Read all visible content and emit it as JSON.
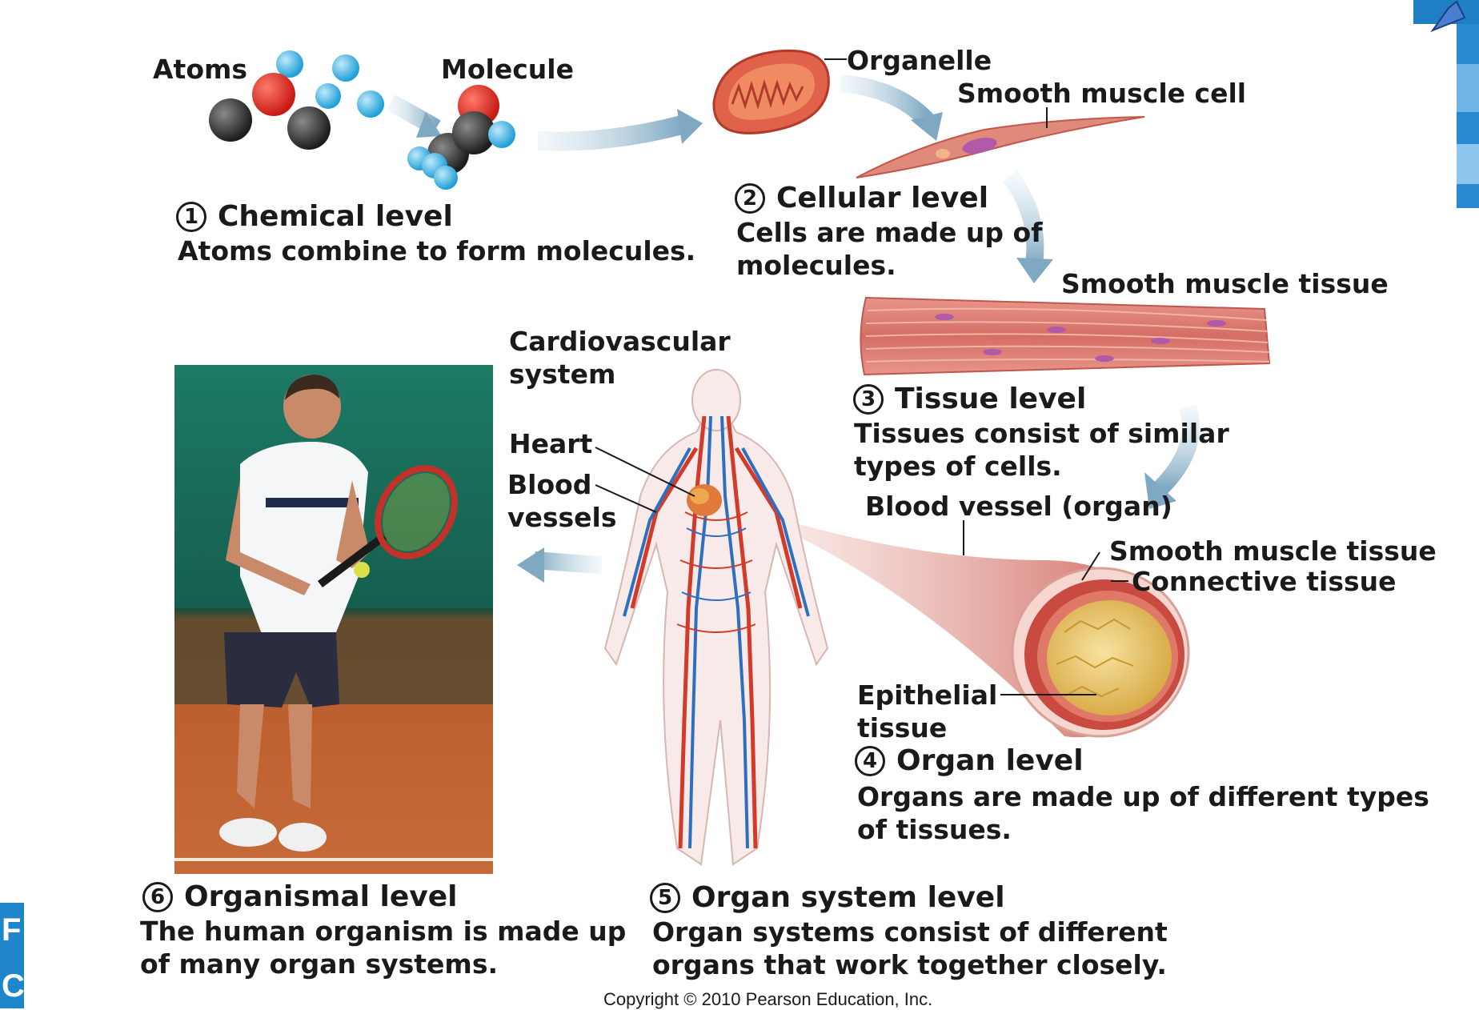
{
  "chemical": {
    "atoms_label": "Atoms",
    "molecule_label": "Molecule",
    "num": "1",
    "title": "Chemical level",
    "desc": "Atoms combine to form molecules."
  },
  "cellular": {
    "organelle_label": "Organelle",
    "cell_label": "Smooth muscle cell",
    "num": "2",
    "title": "Cellular level",
    "desc_line1": "Cells are made up of",
    "desc_line2": "molecules."
  },
  "tissue": {
    "tissue_label": "Smooth muscle tissue",
    "num": "3",
    "title": "Tissue level",
    "desc_line1": "Tissues consist of similar",
    "desc_line2": "types of cells."
  },
  "organ": {
    "vessel_label": "Blood vessel (organ)",
    "smooth_label": "Smooth muscle tissue",
    "connective_label": "Connective tissue",
    "epithelial_line1": "Epithelial",
    "epithelial_line2": "tissue",
    "num": "4",
    "title": "Organ level",
    "desc_line1": "Organs are made up of different types",
    "desc_line2": "of tissues."
  },
  "system": {
    "cardio_line1": "Cardiovascular",
    "cardio_line2": "system",
    "heart_label": "Heart",
    "blood_line1": "Blood",
    "blood_line2": "vessels",
    "num": "5",
    "title": "Organ system level",
    "desc_line1": "Organ systems consist of different",
    "desc_line2": "organs that work together closely."
  },
  "organism": {
    "num": "6",
    "title": "Organismal level",
    "desc_line1": "The human organism is made up",
    "desc_line2": "of many organ systems."
  },
  "copyright": "Copyright © 2010 Pearson Education, Inc.",
  "colors": {
    "arrow": "#8fb6cc",
    "muscle": "#d9706a",
    "artery": "#d23a2a",
    "vein": "#2f6fc0",
    "epithelium": "#e6c25e"
  }
}
